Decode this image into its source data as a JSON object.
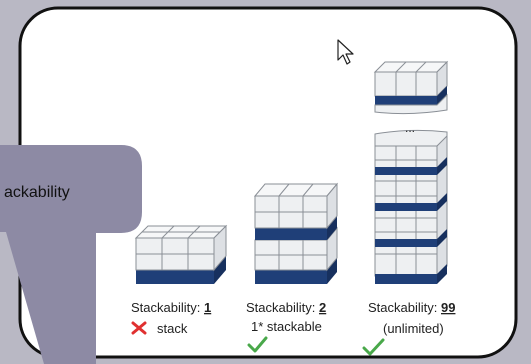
{
  "callout": {
    "text": "ackability"
  },
  "diagram": {
    "columns": [
      {
        "label_prefix": "Stackability: ",
        "value": "1",
        "note": "stack",
        "note_mark": "x-mark"
      },
      {
        "label_prefix": "Stackability: ",
        "value": "2",
        "note": "1* stackable",
        "note_mark": "check-mark"
      },
      {
        "label_prefix": "Stackability: ",
        "value": "99",
        "note": "(unlimited)",
        "note_mark": "check-mark"
      }
    ],
    "ellipsis": "...",
    "colors": {
      "pallet_blue": "#1f3f78",
      "box_face": "#eef0f2",
      "box_line": "#8a8f96",
      "frame": "#111111",
      "callout": "#8d8aa4",
      "check": "#49a84a",
      "cross": "#e03030"
    }
  }
}
